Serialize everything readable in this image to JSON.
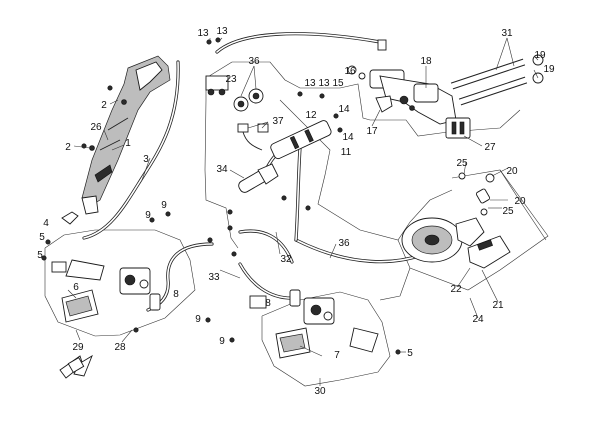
{
  "diagram": {
    "labels": [
      "13",
      "13",
      "36",
      "23",
      "31",
      "19",
      "19",
      "16",
      "15",
      "13",
      "13",
      "18",
      "2",
      "14",
      "12",
      "26",
      "37",
      "14",
      "1",
      "2",
      "11",
      "17",
      "27",
      "3",
      "34",
      "25",
      "20",
      "20",
      "4",
      "9",
      "9",
      "25",
      "36",
      "5",
      "5",
      "32",
      "33",
      "22",
      "8",
      "8",
      "21",
      "6",
      "9",
      "24",
      "29",
      "28",
      "9",
      "7",
      "5",
      "30"
    ]
  }
}
